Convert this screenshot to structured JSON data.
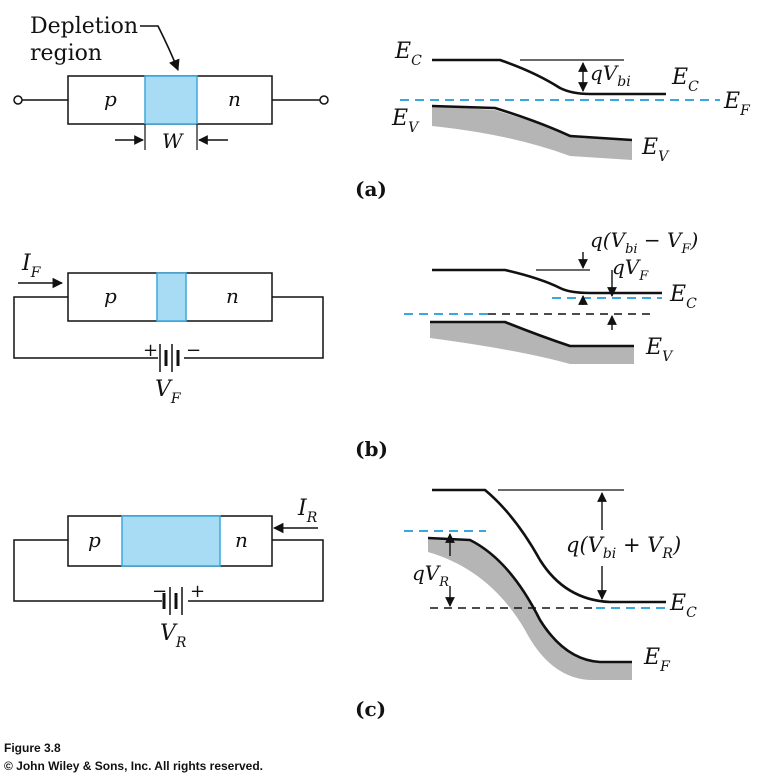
{
  "colors": {
    "depletion": "#a8dcf5",
    "depletion_edge": "#3aa8dc",
    "fermi_dashed": "#3aa8dc",
    "valence_shade": "#b5b5b5",
    "line": "#111111"
  },
  "panel_a": {
    "callout": [
      "Depletion",
      "region"
    ],
    "p": "p",
    "n": "n",
    "width": "W",
    "ec_left": "E",
    "ec_left_sub": "C",
    "ev_left": "E",
    "ev_left_sub": "V",
    "qvbi": "qV",
    "qvbi_sub": "bi",
    "ec_right": "E",
    "ec_right_sub": "C",
    "ef_right": "E",
    "ef_right_sub": "F",
    "ev_right": "E",
    "ev_right_sub": "V",
    "label": "(a)"
  },
  "panel_b": {
    "current": "I",
    "current_sub": "F",
    "p": "p",
    "n": "n",
    "plus": "+",
    "minus": "−",
    "voltage": "V",
    "voltage_sub": "F",
    "barrier": [
      "q(V",
      "bi",
      " − V",
      "F",
      ")"
    ],
    "qvf": "qV",
    "qvf_sub": "F",
    "ec_right": "E",
    "ec_right_sub": "C",
    "ev_right": "E",
    "ev_right_sub": "V",
    "label": "(b)"
  },
  "panel_c": {
    "current": "I",
    "current_sub": "R",
    "p": "p",
    "n": "n",
    "minus": "−",
    "plus": "+",
    "voltage": "V",
    "voltage_sub": "R",
    "barrier": [
      "q(V",
      "bi",
      " + V",
      "R",
      ")"
    ],
    "qvr": "qV",
    "qvr_sub": "R",
    "ec_right": "E",
    "ec_right_sub": "C",
    "ef_right": "E",
    "ef_right_sub": "F",
    "label": "(c)"
  },
  "caption": {
    "figure": "Figure 3.8",
    "copyright": "© John Wiley & Sons, Inc. All rights reserved."
  }
}
